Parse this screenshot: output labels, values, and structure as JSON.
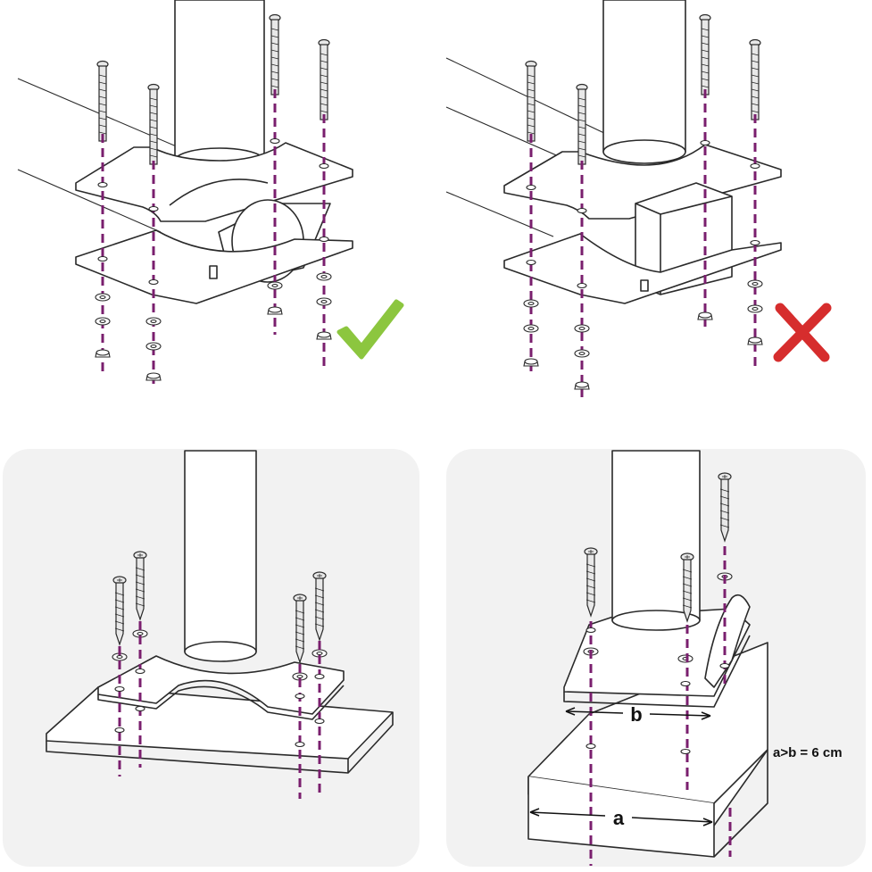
{
  "panels": {
    "top_left": {
      "status": "correct",
      "status_color": "#8cc63f"
    },
    "top_right": {
      "status": "incorrect",
      "status_color": "#d62d2d"
    },
    "bottom_left": {},
    "bottom_right": {
      "label_a": "a",
      "label_b": "b",
      "note": "a>b = 6 cm"
    }
  },
  "colors": {
    "guide_line": "#7a1f6e",
    "panel_background": "#f2f2f2",
    "outline": "#2a2a2a"
  },
  "icons": [
    "checkmark-icon",
    "cross-icon",
    "screw-icon",
    "washer-icon",
    "nut-icon"
  ]
}
